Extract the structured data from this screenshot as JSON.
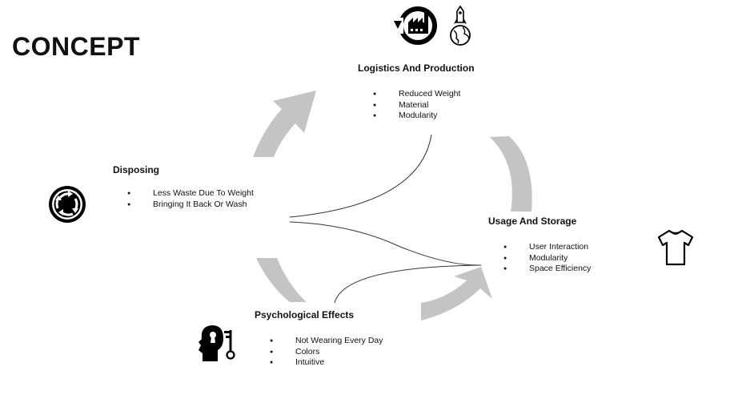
{
  "page": {
    "title": "CONCEPT"
  },
  "nodes": {
    "logistics": {
      "title": "Logistics And Production",
      "items": [
        "Reduced Weight",
        "Material",
        "Modularity"
      ],
      "icons": [
        "factory-cycle-icon",
        "rocket-globe-icon"
      ]
    },
    "usage": {
      "title": "Usage And Storage",
      "items": [
        "User Interaction",
        "Modularity",
        "Space Efficiency"
      ],
      "icons": [
        "tshirt-icon"
      ]
    },
    "psychological": {
      "title": "Psychological Effects",
      "items": [
        "Not Wearing Every Day",
        "Colors",
        "Intuitive"
      ],
      "icons": [
        "head-keyhole-icon"
      ]
    },
    "disposing": {
      "title": "Disposing",
      "items": [
        "Less Waste Due To Weight",
        "Bringing It Back Or Wash"
      ],
      "icons": [
        "recycle-arrows-icon"
      ]
    }
  },
  "colors": {
    "arrow": "#c4c4c4",
    "text": "#111111",
    "line": "#333333"
  }
}
